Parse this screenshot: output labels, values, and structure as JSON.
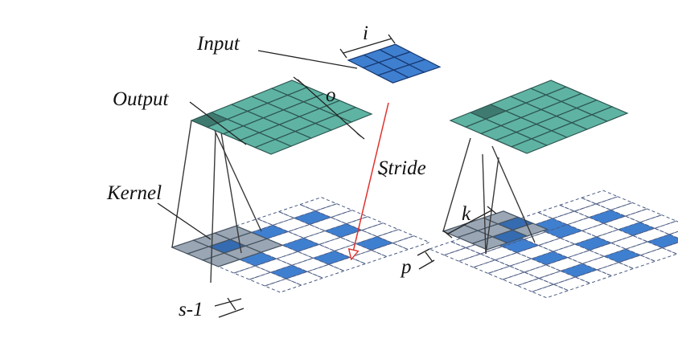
{
  "labels": {
    "input": "Input",
    "output": "Output",
    "kernel": "Kernel",
    "stride": "Stride",
    "i": "i",
    "o": "o",
    "k": "k",
    "p": "p",
    "s_minus_1": "s-1"
  },
  "colors": {
    "input_fill": "#3f7fd0",
    "input_stroke": "#16376f",
    "output_fill": "#5fb3a3",
    "output_stroke": "#2c5550",
    "output_highlight": "#3f7a70",
    "kernel_fill": "#9aa6b3",
    "kernel_overlap": "#356bb0",
    "kernel_outline": "#455260",
    "dilated_cell": "#3f7fd0",
    "dashed_grid": "#4a5a82",
    "stride_arrow": "#e0312c",
    "leader_line": "#222222"
  },
  "grids": {
    "input_size": 3,
    "output_size": 5,
    "kernel_size": 3,
    "left_padded_grid_size": 7,
    "right_padded_grid_size": 8
  }
}
